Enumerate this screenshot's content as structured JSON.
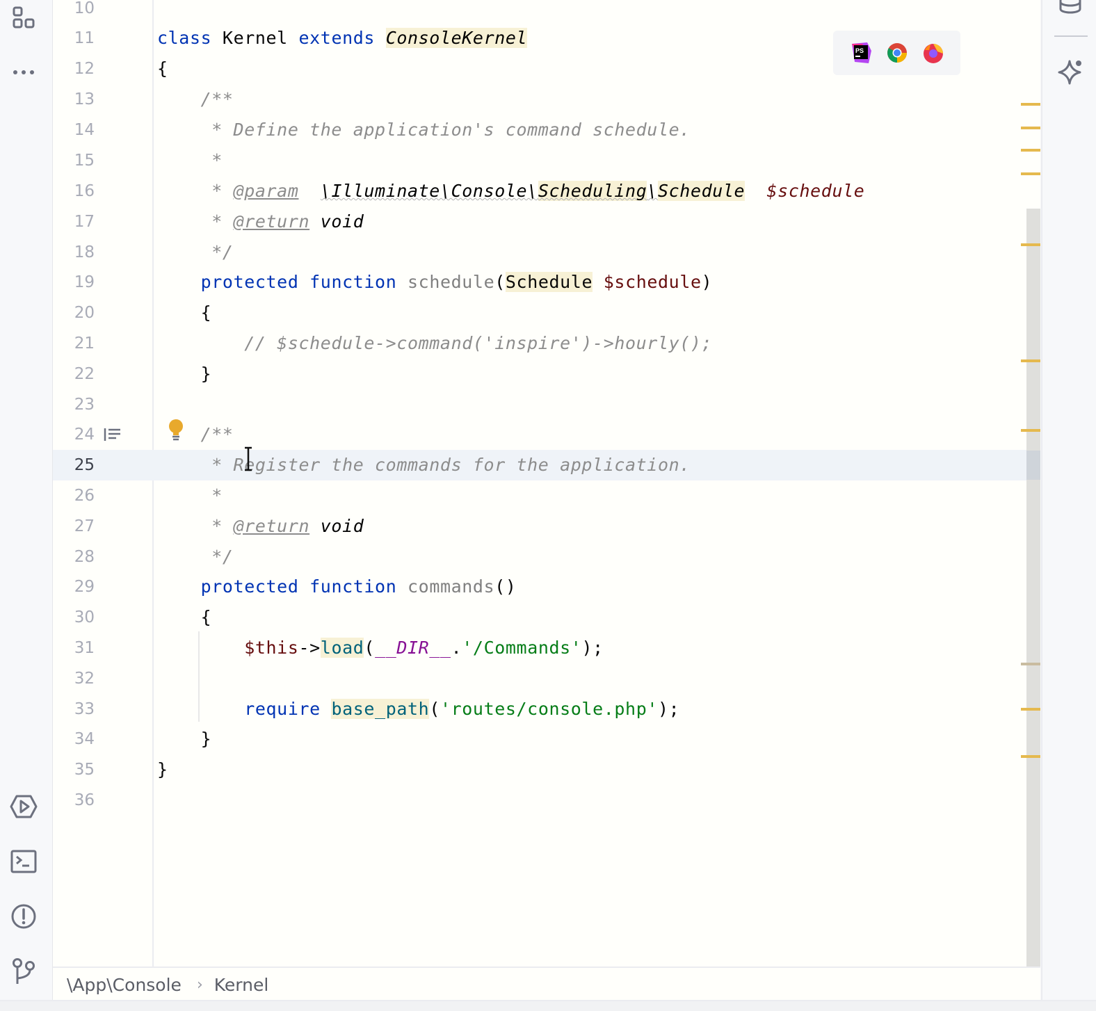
{
  "left_toolbar": {
    "top_icons": [
      "project-structure-icon",
      "more-icon"
    ],
    "bottom_icons": [
      "run-icon",
      "terminal-icon",
      "problems-icon",
      "git-icon"
    ]
  },
  "right_toolbar": {
    "icons": [
      "database-icon",
      "ai-assistant-icon"
    ]
  },
  "browser_popup": {
    "browsers": [
      "PhpStorm",
      "Chrome",
      "Firefox"
    ]
  },
  "editor": {
    "current_line": 25,
    "lines": [
      {
        "n": "10"
      },
      {
        "n": "11"
      },
      {
        "n": "12"
      },
      {
        "n": "13"
      },
      {
        "n": "14"
      },
      {
        "n": "15"
      },
      {
        "n": "16"
      },
      {
        "n": "17"
      },
      {
        "n": "18"
      },
      {
        "n": "19"
      },
      {
        "n": "20"
      },
      {
        "n": "21"
      },
      {
        "n": "22"
      },
      {
        "n": "23"
      },
      {
        "n": "24"
      },
      {
        "n": "25"
      },
      {
        "n": "26"
      },
      {
        "n": "27"
      },
      {
        "n": "28"
      },
      {
        "n": "29"
      },
      {
        "n": "30"
      },
      {
        "n": "31"
      },
      {
        "n": "32"
      },
      {
        "n": "33"
      },
      {
        "n": "34"
      },
      {
        "n": "35"
      },
      {
        "n": "36"
      }
    ],
    "tokens": {
      "l11": {
        "class": "class",
        "name": " Kernel ",
        "extends": "extends",
        "sp": " ",
        "parent": "ConsoleKernel"
      },
      "l12": "{",
      "l13": "    /**",
      "l14": "     * Define the application's command schedule.",
      "l15": "     *",
      "l16": {
        "star": "     * ",
        "tag": "@param",
        "sp": "  ",
        "ns": "\\Illuminate\\Console\\",
        "sched1": "Scheduling",
        "bs": "\\",
        "sched2": "Schedule",
        "sp2": "  ",
        "var": "$schedule"
      },
      "l17": {
        "star": "     * ",
        "tag": "@return",
        "type": " void"
      },
      "l18": "     */",
      "l19": {
        "indent": "    ",
        "protected": "protected",
        "sp": " ",
        "function": "function",
        "name": " schedule",
        "open": "(",
        "type": "Schedule",
        "sp2": " ",
        "var": "$schedule",
        "close": ")"
      },
      "l20": "    {",
      "l21": "        // $schedule->command('inspire')->hourly();",
      "l22": "    }",
      "l24": "    /**",
      "l25": "     * Register the commands for the application.",
      "l26": "     *",
      "l27": {
        "star": "     * ",
        "tag": "@return",
        "type": " void"
      },
      "l28": "     */",
      "l29": {
        "indent": "    ",
        "protected": "protected",
        "sp": " ",
        "function": "function",
        "name": " commands",
        "parens": "()"
      },
      "l30": "    {",
      "l31": {
        "indent": "        ",
        "this": "$this",
        "arrow": "->",
        "fn": "load",
        "open": "(",
        "const": "__DIR__",
        "dot": ".",
        "str": "'/Commands'",
        "close": ");"
      },
      "l33": {
        "indent": "        ",
        "require": "require",
        "sp": " ",
        "fn": "base_path",
        "open": "(",
        "str": "'routes/console.php'",
        "close": ");"
      },
      "l34": "    }",
      "l35": "}"
    }
  },
  "breadcrumb": {
    "namespace": "\\App\\Console",
    "separator": "›",
    "class": "Kernel"
  },
  "colors": {
    "keyword": "#0033b3",
    "comment": "#8c8c8c",
    "string": "#067d17",
    "variable": "#660e0e",
    "highlight": "#f7f1d5",
    "marker": "#e5b94e"
  }
}
